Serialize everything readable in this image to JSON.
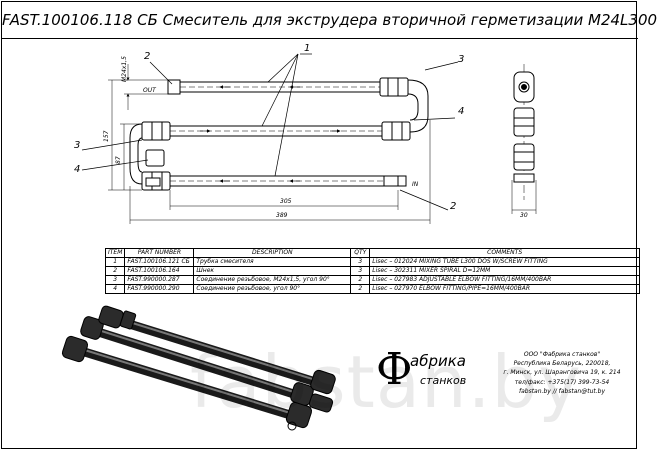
{
  "title": "FAST.100106.118 СБ Смеситель для экструдера вторичной герметизации M24L300",
  "callouts": [
    "1",
    "2",
    "3",
    "4",
    "3",
    "4",
    "2"
  ],
  "port_labels": {
    "out": "OUT",
    "in": "IN"
  },
  "dimensions": {
    "thread": "M24x1,5",
    "height_total": "157",
    "height_mid": "87",
    "length_inner": "305",
    "length_total": "389",
    "side_width": "30"
  },
  "bom": {
    "headers": [
      "ITEM",
      "PART NUMBER",
      "DESCRIPTION",
      "QTY",
      "COMMENTS"
    ],
    "rows": [
      [
        "1",
        "FAST.100106.121 СБ",
        "Трубка смесителя",
        "3",
        "Lisec – 012024 MIXING TUBE L300 DOS W/SCREW FITTING"
      ],
      [
        "2",
        "FAST.100106.164",
        "Шнек",
        "3",
        "Lisec – 302311 MIXER SPIRAL D=12MM"
      ],
      [
        "3",
        "FAST.990000.287",
        "Соединение резьбовое, M24x1,5, угол 90°",
        "2",
        "Lisec – 027983 ADJUSTABLE ELBOW FITTING/16MM/400BAR"
      ],
      [
        "4",
        "FAST.990000.290",
        "Соединение резьбовое, угол 90°",
        "2",
        "Lisec – 027970 ELBOW FITTING/PIPE=16MM/400BAR"
      ]
    ]
  },
  "company": {
    "lines": [
      "ООО \"Фабрика станков\"",
      "Республика Беларусь, 220018,",
      "г. Минск, ул. Шаранговича 19, к. 214",
      "тел/факс: +375(17) 399-73-54",
      "fabstan.by   //   fabstan@tut.by"
    ]
  },
  "logo": {
    "glyph": "Ф",
    "word1": "абрика",
    "word2": "станков"
  },
  "watermark": "fabstan.by"
}
